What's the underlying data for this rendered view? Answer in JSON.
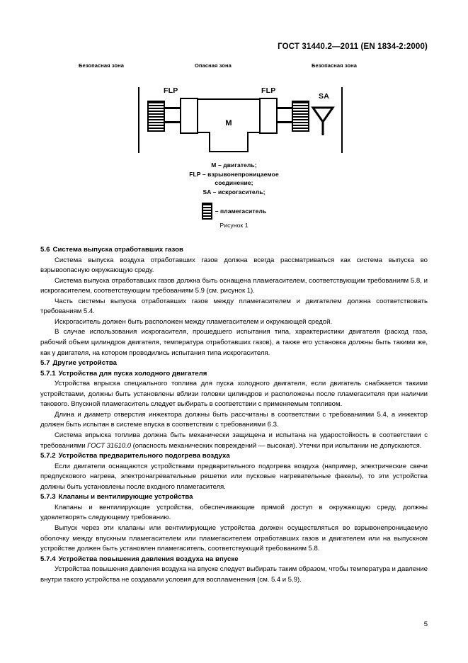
{
  "header": {
    "standard_ref": "ГОСТ 31440.2—2011 (EN 1834-2:2000)"
  },
  "figure": {
    "zones": {
      "left": "Безопасная зона",
      "middle": "Опасная зона",
      "right": "Безопасная зона"
    },
    "diagram_labels": {
      "flp_left": "FLP",
      "flp_right": "FLP",
      "engine": "M",
      "spark_arrester": "SA"
    },
    "legend": {
      "line1": "M – двигатель;",
      "line2": "FLP – взрывонепроницаемое",
      "line2b": "соединение;",
      "line3": "SA – искрогаситель;",
      "line4": "– пламегаситель"
    },
    "caption": "Рисунок 1"
  },
  "sections": {
    "s56": {
      "number": "5.6",
      "title": "Система выпуска отработавших газов",
      "p1": "Система выпуска воздуха отработавших газов должна всегда рассматриваться как система выпуска во взрывоопасную окружающую среду.",
      "p2": "Система выпуска отработавших газов должна быть оснащена пламегасителем, соответствующим требованиям 5.8, и искрогасителем, соответствующим требованиям 5.9 (см. рисунок 1).",
      "p3": "Часть системы выпуска отработавших газов между пламегасителем и двигателем должна соответствовать требованиям 5.4.",
      "p4": "Искрогаситель должен быть расположен между пламегасителем и окружающей средой.",
      "p5": "В случае использования искрогасителя, прошедшего испытания типа, характеристики двигателя (расход газа, рабочий объем цилиндров двигателя, температура отработавших газов), а также его установка должны быть такими же, как у двигателя, на котором проводились испытания типа искрогасителя."
    },
    "s57": {
      "number": "5.7",
      "title": "Другие устройства"
    },
    "s571": {
      "number": "5.7.1",
      "title": "Устройства для пуска холодного двигателя",
      "p1": "Устройства впрыска специального топлива для пуска холодного двигателя, если двигатель снабжается такими устройствами, должны быть установлены вблизи головки цилиндров и расположены после пламегасителя при наличии такового. Впускной пламегаситель следует выбирать в соответствии с применяемым топливом.",
      "p2": "Длина и диаметр отверстия инжектора должны быть рассчитаны в соответствии с требованиями 5.4, а инжектор должен быть испытан в системе впуска в соответствии с требованиями 6.3.",
      "p3_pre": "Система впрыска топлива должна быть механически защищена и испытана на ударостойкость в соответствии с требованиями ",
      "p3_ital": "ГОСТ 31610.0",
      "p3_post": " (опасность механических повреждений — высокая). Утечки при испытании не допускаются."
    },
    "s572": {
      "number": "5.7.2",
      "title": "Устройства предварительного подогрева воздуха",
      "p1": "Если двигатели оснащаются устройствами предварительного подогрева воздуха (например, электрические свечи предпускового нагрева, электронагревательные решетки или пусковые нагревательные факелы), то эти устройства должны быть установлены после входного пламегасителя."
    },
    "s573": {
      "number": "5.7.3",
      "title": "Клапаны и вентилирующие устройства",
      "p1": "Клапаны и вентилирующие устройства, обеспечивающие прямой доступ в окружающую среду, должны удовлетворять следующему требованию.",
      "p2": "Выпуск через эти клапаны или вентилирующие устройства должен осуществляться во взрывонепроницаемую оболочку между впускным пламегасителем или пламегасителем отработавших газов и двигателем или на выпускном устройстве должен быть установлен пламегаситель, соответствующий требованиям 5.8."
    },
    "s574": {
      "number": "5.7.4",
      "title": "Устройства повышения давления воздуха на впуске",
      "p1": "Устройства повышения давления воздуха на впуске следует выбирать таким образом, чтобы температура и давление внутри такого устройства не создавали условия для воспламенения (см. 5.4 и 5.9)."
    }
  },
  "footer": {
    "page_number": "5"
  }
}
